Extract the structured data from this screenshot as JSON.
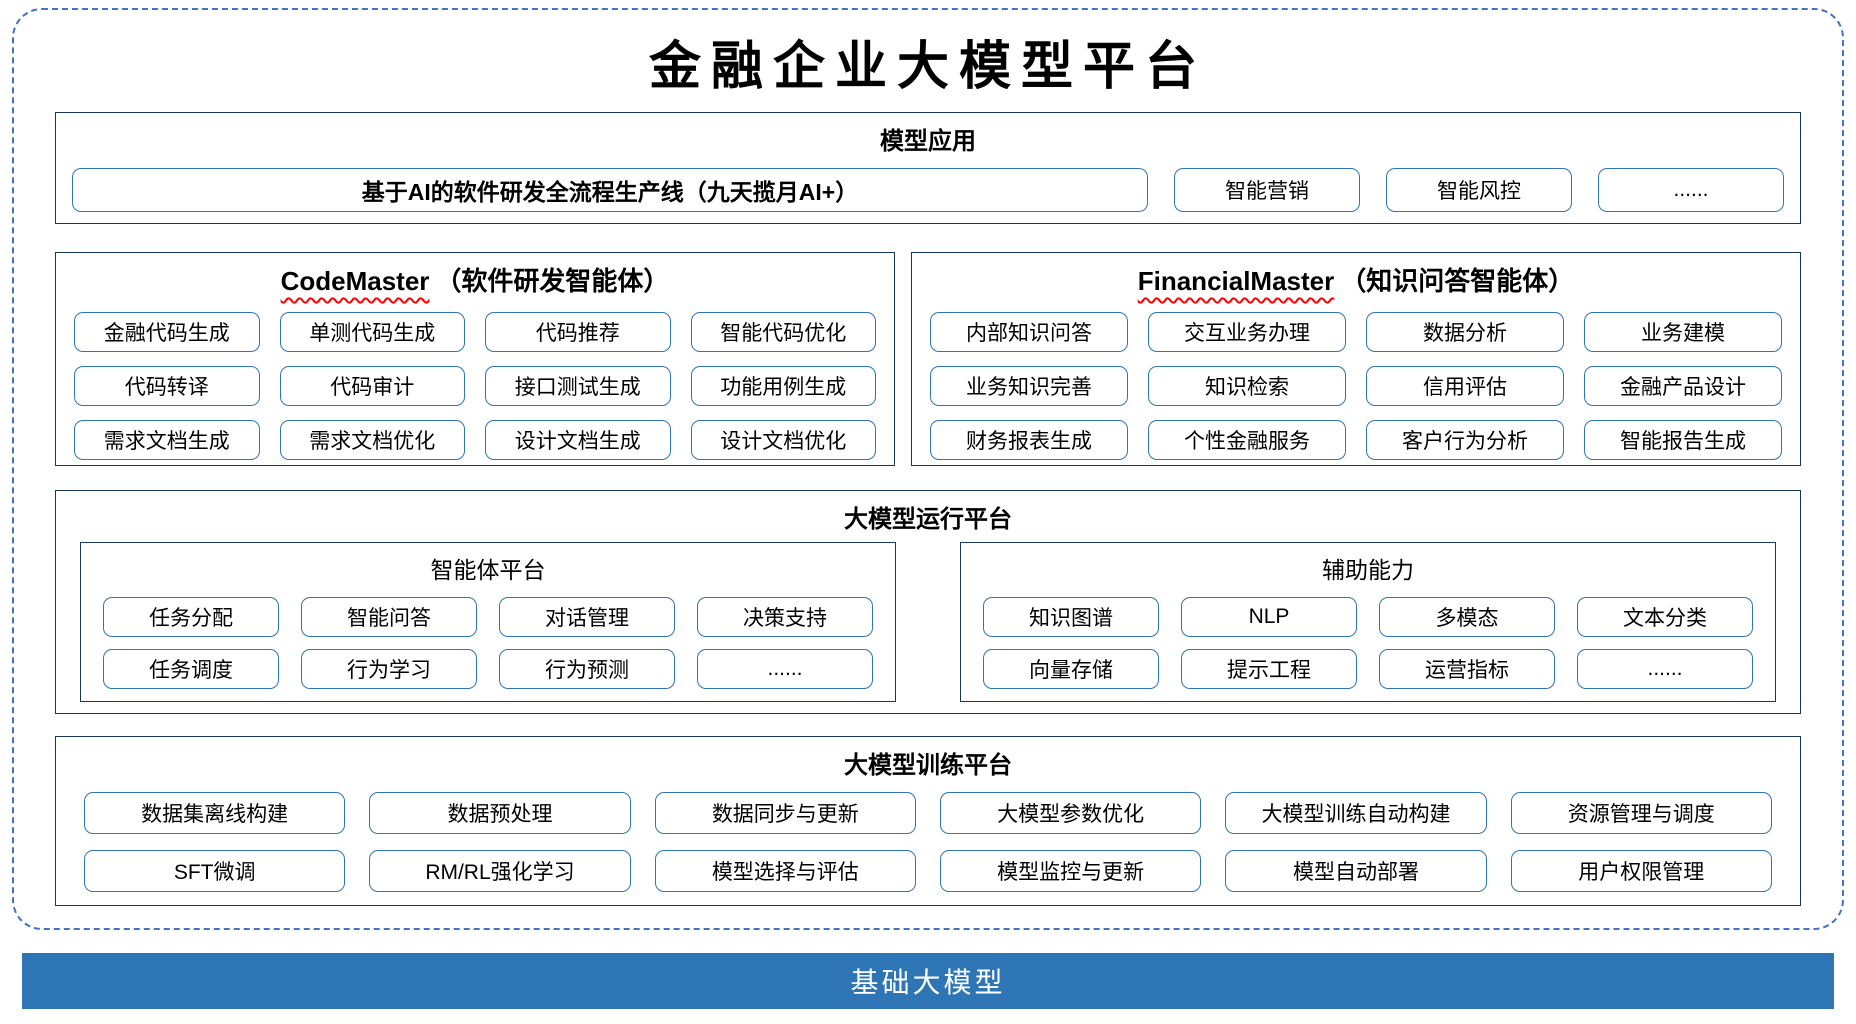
{
  "title": "金融企业大模型平台",
  "colors": {
    "dashed_border": "#4472C4",
    "box_border": "#17375E",
    "item_border": "#2E75B6",
    "foundation_bg": "#2E75B6",
    "squiggle": "#FF0000"
  },
  "sections": {
    "model_app": {
      "header": "模型应用",
      "main_item": "基于AI的软件研发全流程生产线（九天揽月AI+）",
      "items": [
        "智能营销",
        "智能风控",
        "......"
      ]
    },
    "code_master": {
      "name": "CodeMaster",
      "suffix": "（软件研发智能体）",
      "rows": [
        [
          "金融代码生成",
          "单测代码生成",
          "代码推荐",
          "智能代码优化"
        ],
        [
          "代码转译",
          "代码审计",
          "接口测试生成",
          "功能用例生成"
        ],
        [
          "需求文档生成",
          "需求文档优化",
          "设计文档生成",
          "设计文档优化"
        ]
      ]
    },
    "financial_master": {
      "name": "FinancialMaster",
      "suffix": "（知识问答智能体）",
      "rows": [
        [
          "内部知识问答",
          "交互业务办理",
          "数据分析",
          "业务建模"
        ],
        [
          "业务知识完善",
          "知识检索",
          "信用评估",
          "金融产品设计"
        ],
        [
          "财务报表生成",
          "个性金融服务",
          "客户行为分析",
          "智能报告生成"
        ]
      ]
    },
    "runtime": {
      "header": "大模型运行平台",
      "agent_platform": {
        "header": "智能体平台",
        "rows": [
          [
            "任务分配",
            "智能问答",
            "对话管理",
            "决策支持"
          ],
          [
            "任务调度",
            "行为学习",
            "行为预测",
            "......"
          ]
        ]
      },
      "aux_ability": {
        "header": "辅助能力",
        "rows": [
          [
            "知识图谱",
            "NLP",
            "多模态",
            "文本分类"
          ],
          [
            "向量存储",
            "提示工程",
            "运营指标",
            "......"
          ]
        ]
      }
    },
    "training": {
      "header": "大模型训练平台",
      "rows": [
        [
          "数据集离线构建",
          "数据预处理",
          "数据同步与更新",
          "大模型参数优化",
          "大模型训练自动构建",
          "资源管理与调度"
        ],
        [
          "SFT微调",
          "RM/RL强化学习",
          "模型选择与评估",
          "模型监控与更新",
          "模型自动部署",
          "用户权限管理"
        ]
      ]
    },
    "foundation": {
      "label": "基础大模型"
    }
  }
}
